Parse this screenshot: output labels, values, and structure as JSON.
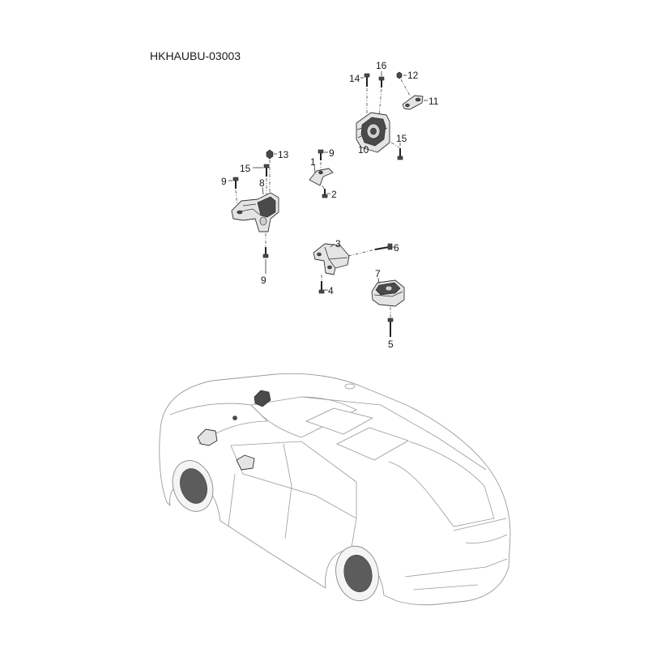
{
  "diagram": {
    "code": "HKHAUBU-03003",
    "callouts": [
      "14",
      "16",
      "12",
      "11",
      "10",
      "15",
      "13",
      "9",
      "15",
      "1",
      "9",
      "8",
      "2",
      "9",
      "3",
      "6",
      "7",
      "4",
      "5"
    ]
  },
  "colors": {
    "line": "#333333",
    "part": "#e4e4e4",
    "dark": "#4a4a4a",
    "car": "#9a9a9a"
  }
}
